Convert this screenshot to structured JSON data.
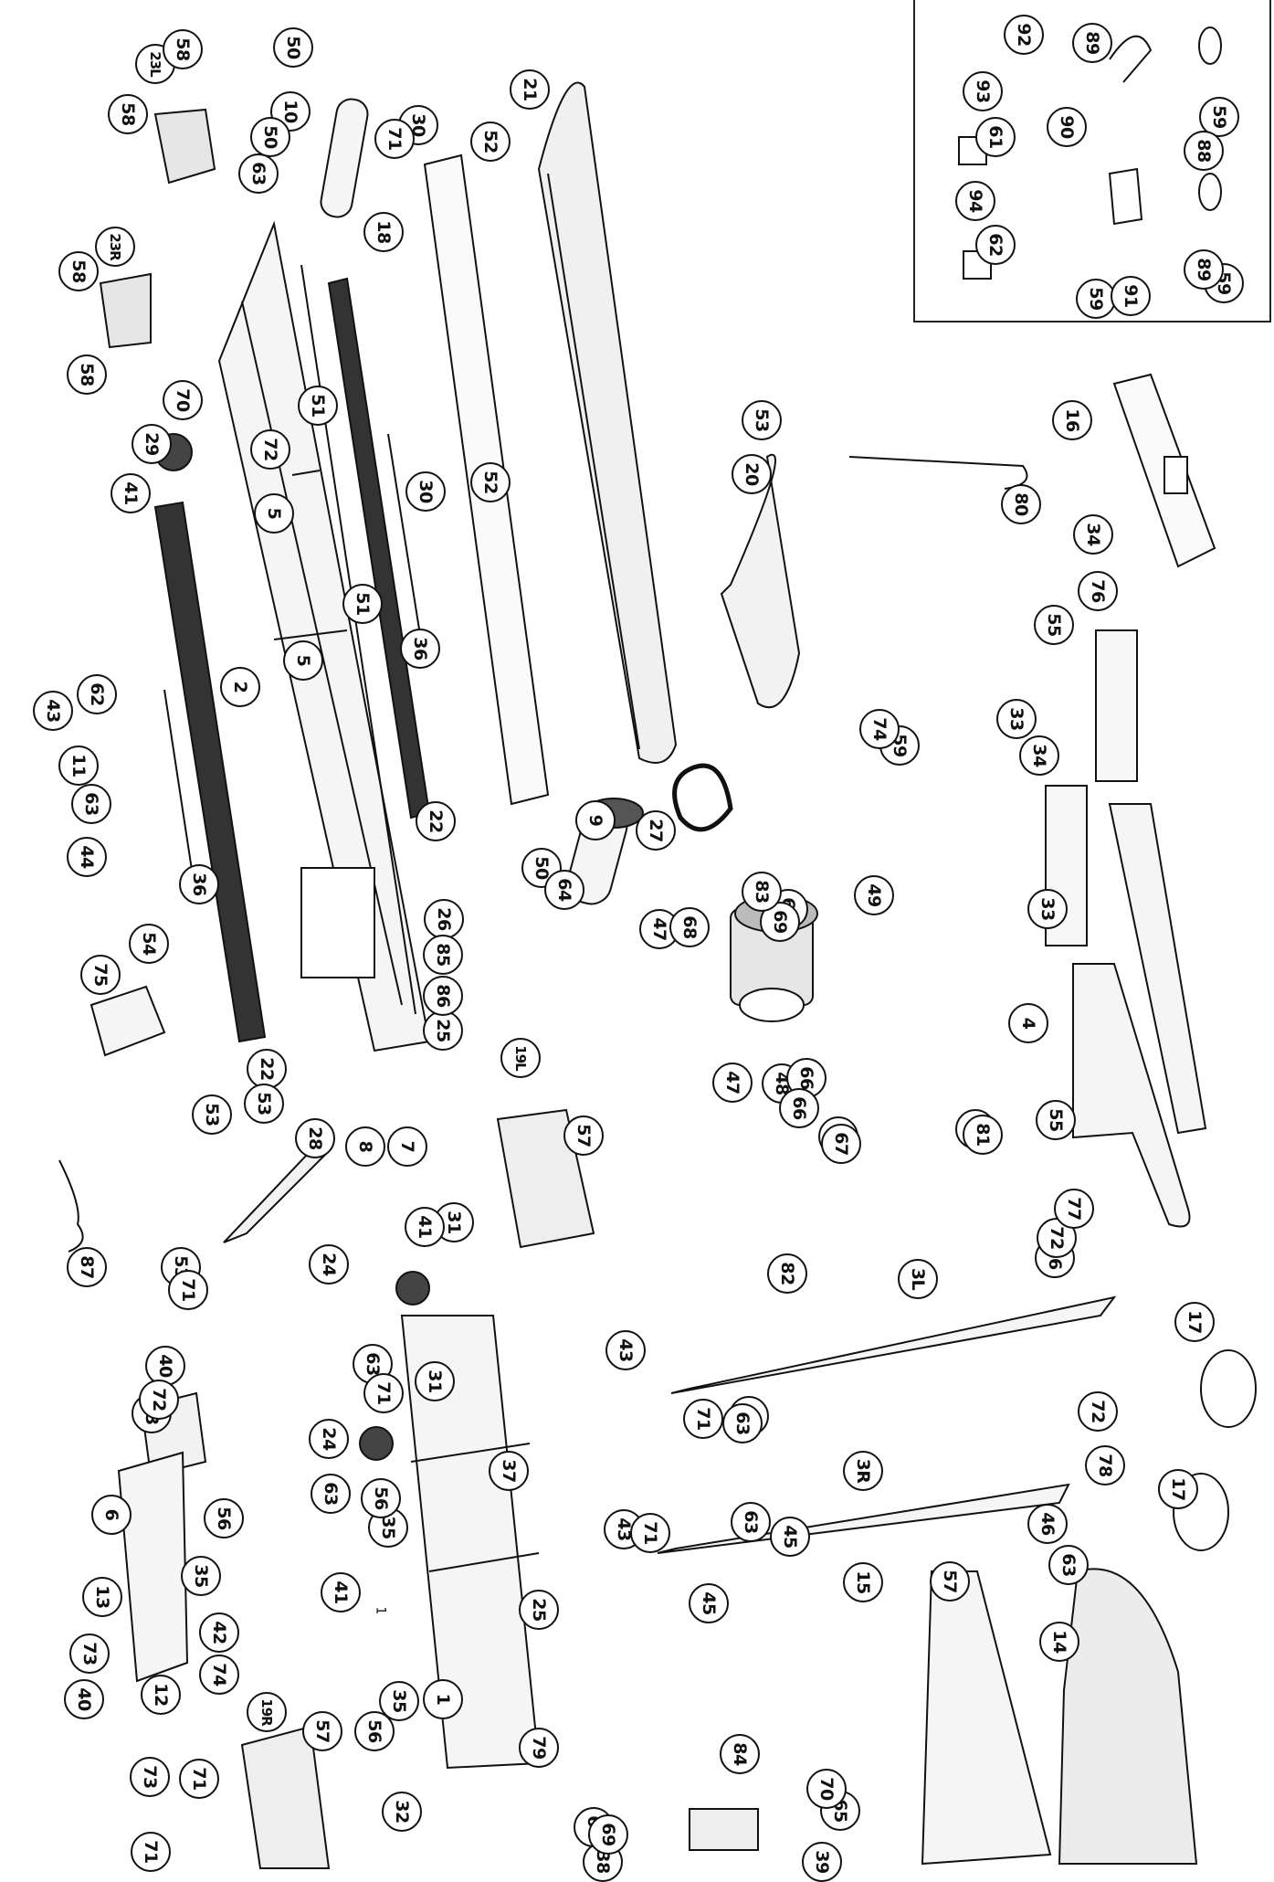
{
  "figure": {
    "callouts": [
      "1",
      "2",
      "3L",
      "3R",
      "4",
      "5",
      "5",
      "6",
      "7",
      "8",
      "9",
      "10",
      "11",
      "12",
      "13",
      "13",
      "14",
      "15",
      "16",
      "17",
      "17",
      "18",
      "19L",
      "19R",
      "20",
      "21",
      "22",
      "22",
      "23L",
      "23R",
      "24",
      "24",
      "25",
      "25",
      "26",
      "27",
      "28",
      "29",
      "30",
      "30",
      "31",
      "31",
      "32",
      "33",
      "33",
      "34",
      "34",
      "35",
      "35",
      "35",
      "36",
      "36",
      "37",
      "38",
      "39",
      "40",
      "40",
      "41",
      "41",
      "41",
      "42",
      "43",
      "43",
      "43",
      "44",
      "45",
      "45",
      "45",
      "46",
      "46",
      "47",
      "47",
      "48",
      "49",
      "50",
      "50",
      "50",
      "51",
      "51",
      "52",
      "52",
      "53",
      "53",
      "53",
      "53",
      "54",
      "55",
      "55",
      "56",
      "56",
      "56",
      "57",
      "57",
      "57",
      "58",
      "58",
      "58",
      "58",
      "59",
      "59",
      "59",
      "59",
      "59",
      "60",
      "61",
      "62",
      "62",
      "63",
      "63",
      "63",
      "63",
      "63",
      "63",
      "63",
      "64",
      "64",
      "65",
      "65",
      "66",
      "66",
      "67",
      "68",
      "69",
      "69",
      "70",
      "70",
      "71",
      "71",
      "71",
      "71",
      "71",
      "71",
      "71",
      "72",
      "72",
      "72",
      "72",
      "73",
      "73",
      "74",
      "74",
      "75",
      "76",
      "77",
      "78",
      "79",
      "80",
      "81",
      "82",
      "83",
      "84",
      "85",
      "86",
      "87",
      "88",
      "89",
      "89",
      "90",
      "91",
      "92",
      "93",
      "94",
      "95"
    ],
    "stray_label": "1"
  }
}
